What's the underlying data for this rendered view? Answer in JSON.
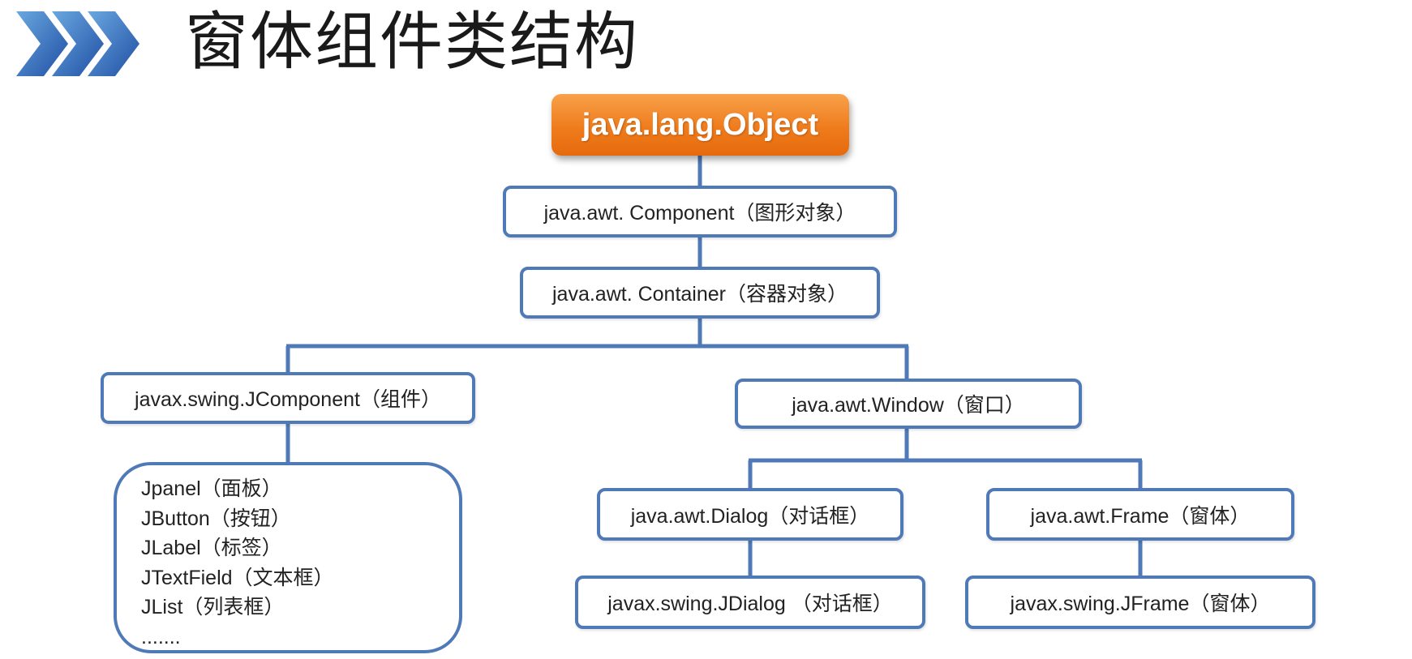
{
  "header": {
    "title": "窗体组件类结构",
    "colors": {
      "chevron_light": "#5b9bd5",
      "chevron_dark": "#1f4ea3"
    }
  },
  "diagram": {
    "root": "java.lang.Object",
    "component": "java.awt. Component（图形对象）",
    "container": "java.awt. Container（容器对象）",
    "jcomponent": "javax.swing.JComponent（组件）",
    "window": "java.awt.Window（窗口）",
    "dialog": "java.awt.Dialog（对话框）",
    "frame": "java.awt.Frame（窗体）",
    "jdialog": "javax.swing.JDialog （对话框）",
    "jframe": "javax.swing.JFrame（窗体）",
    "swing_components": [
      "Jpanel（面板）",
      "JButton（按钮）",
      "JLabel（标签）",
      "JTextField（文本框）",
      "JList（列表框）",
      "......."
    ],
    "colors": {
      "border": "#4f79b7",
      "root_fill": "#ef7c1c"
    }
  }
}
